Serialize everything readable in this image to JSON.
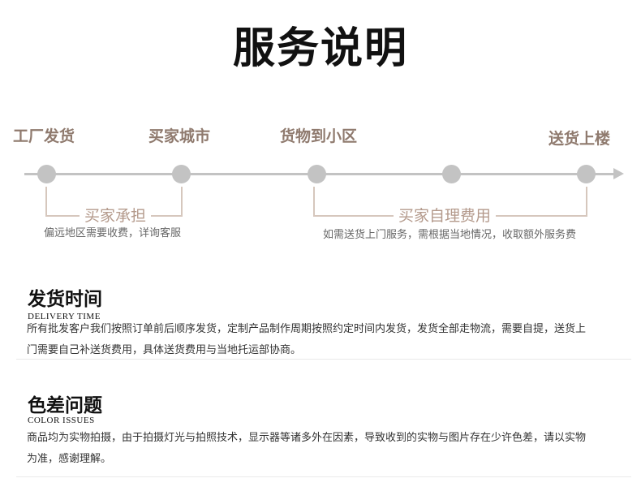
{
  "title": "服务说明",
  "timeline": {
    "steps": [
      {
        "label": "工厂发货"
      },
      {
        "label": "买家城市"
      },
      {
        "label": "货物到小区"
      },
      {
        "label": ""
      },
      {
        "label": "送货上楼"
      }
    ],
    "brackets": [
      {
        "label": "买家承担",
        "note": "偏远地区需要收费，详询客服"
      },
      {
        "label": "买家自理费用",
        "note": "如需送货上门服务，需根据当地情况，收取额外服务费"
      }
    ]
  },
  "sections": [
    {
      "title": "发货时间",
      "subtitle": "DELIVERY TIME",
      "text": "所有批发客户我们按照订单前后顺序发货，定制产品制作周期按照约定时间内发货，发货全部走物流，需要自提，送货上门需要自己补送货费用，具体送货费用与当地托运部协商。"
    },
    {
      "title": "色差问题",
      "subtitle": "COLOR ISSUES",
      "text": "商品均为实物拍摄，由于拍摄灯光与拍照技术，显示器等诸多外在因素，导致收到的实物与图片存在少许色差，请以实物为准，感谢理解。"
    }
  ],
  "colors": {
    "step_label": "#8f7a6e",
    "timeline": "#c3c3c3",
    "bracket": "#d6c7bd",
    "bracket_label": "#b49a8c"
  }
}
